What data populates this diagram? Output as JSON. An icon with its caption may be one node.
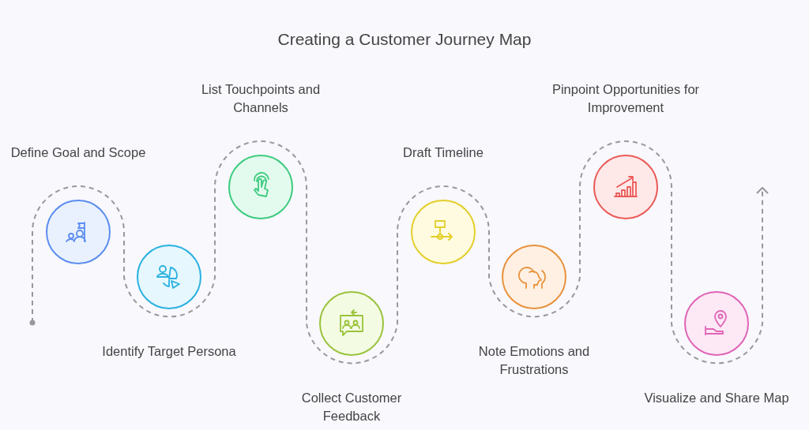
{
  "diagram": {
    "title": "Creating a Customer Journey Map",
    "nodes": [
      {
        "text": [
          "Define Goal and Scope"
        ]
      },
      {
        "text": [
          "Identify Target Persona"
        ]
      },
      {
        "text": [
          "List Touchpoints and Channels"
        ]
      },
      {
        "text": [
          "Collect Customer Feedback"
        ]
      },
      {
        "text": [
          "Draft Timeline"
        ]
      },
      {
        "text": [
          "Note Emotions and Frustrations"
        ]
      },
      {
        "text": [
          "Pinpoint Opportunities for Improvement"
        ]
      },
      {
        "text": [
          "Visualize and Share Map"
        ]
      }
    ]
  }
}
